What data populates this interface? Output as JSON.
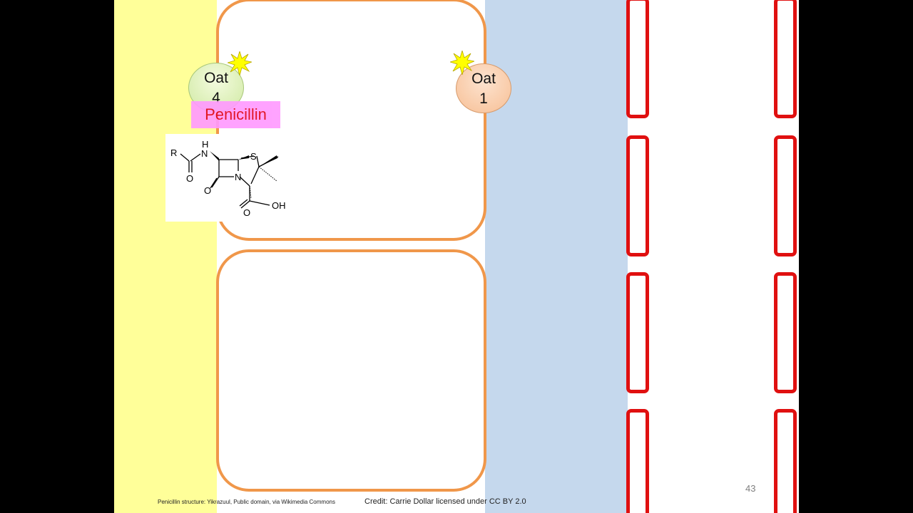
{
  "transporters": {
    "oat4": {
      "line1": "Oat",
      "line2": "4"
    },
    "oat1": {
      "line1": "Oat",
      "line2": "1"
    }
  },
  "drug_label": "Penicillin",
  "structure_atoms": {
    "r": "R",
    "nh_h": "H",
    "nh_n": "N",
    "amide_o": "O",
    "s": "S",
    "ring_n": "N",
    "lactam_o": "O",
    "acid_o": "O",
    "acid_oh": "OH"
  },
  "colors": {
    "apical_band": "#ffff99",
    "interstitial_band": "#c5d8ed",
    "cell_border": "#f0974a",
    "tubule_border": "#e01010",
    "label_text": "#e00012",
    "label_bg": "#ff99ff",
    "burst": "#ffff00"
  },
  "footer": {
    "structure_credit": "Penicillin structure: Yikrazuul, Public domain, via Wikimedia Commons",
    "credit": "Credit: Carrie Dollar licensed under CC BY 2.0",
    "page_number": "43"
  },
  "icons": [
    "burst-icon",
    "penicillin-structure-icon"
  ]
}
